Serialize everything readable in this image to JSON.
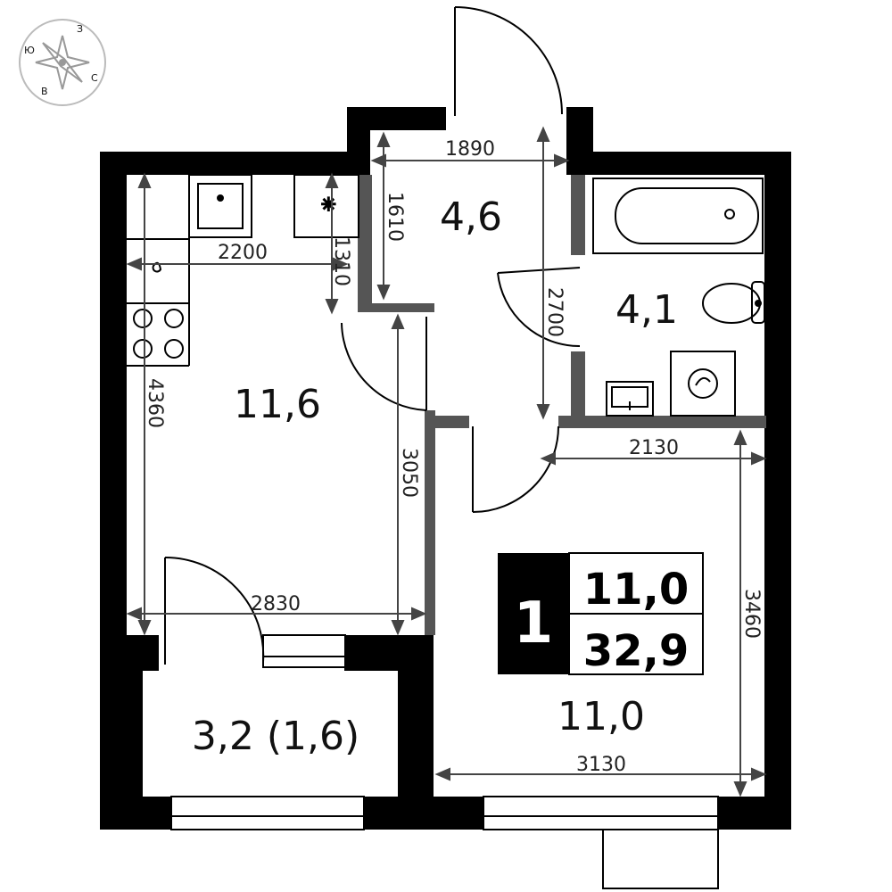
{
  "compass": {
    "n": "З",
    "s": "В",
    "e": "С",
    "w": "Ю"
  },
  "rooms": {
    "kitchen_living": "11,6",
    "hall": "4,6",
    "bathroom": "4,1",
    "bedroom": "11,0",
    "balcony": "3,2 (1,6)"
  },
  "dimensions": {
    "hall_width": "1890",
    "hall_depth": "1610",
    "hall_height": "2700",
    "kitchen_width": "2200",
    "kitchen_depth_small": "1310",
    "kitchen_height": "4360",
    "kitchen_to_door": "3050",
    "living_width": "2830",
    "bath_width": "2130",
    "bedroom_height": "3460",
    "bedroom_width": "3130"
  },
  "badge": {
    "rooms_count": "1",
    "living_area": "11,0",
    "total_area": "32,9"
  },
  "colors": {
    "wall": "#000000",
    "partition": "#555555",
    "line": "#444444"
  }
}
